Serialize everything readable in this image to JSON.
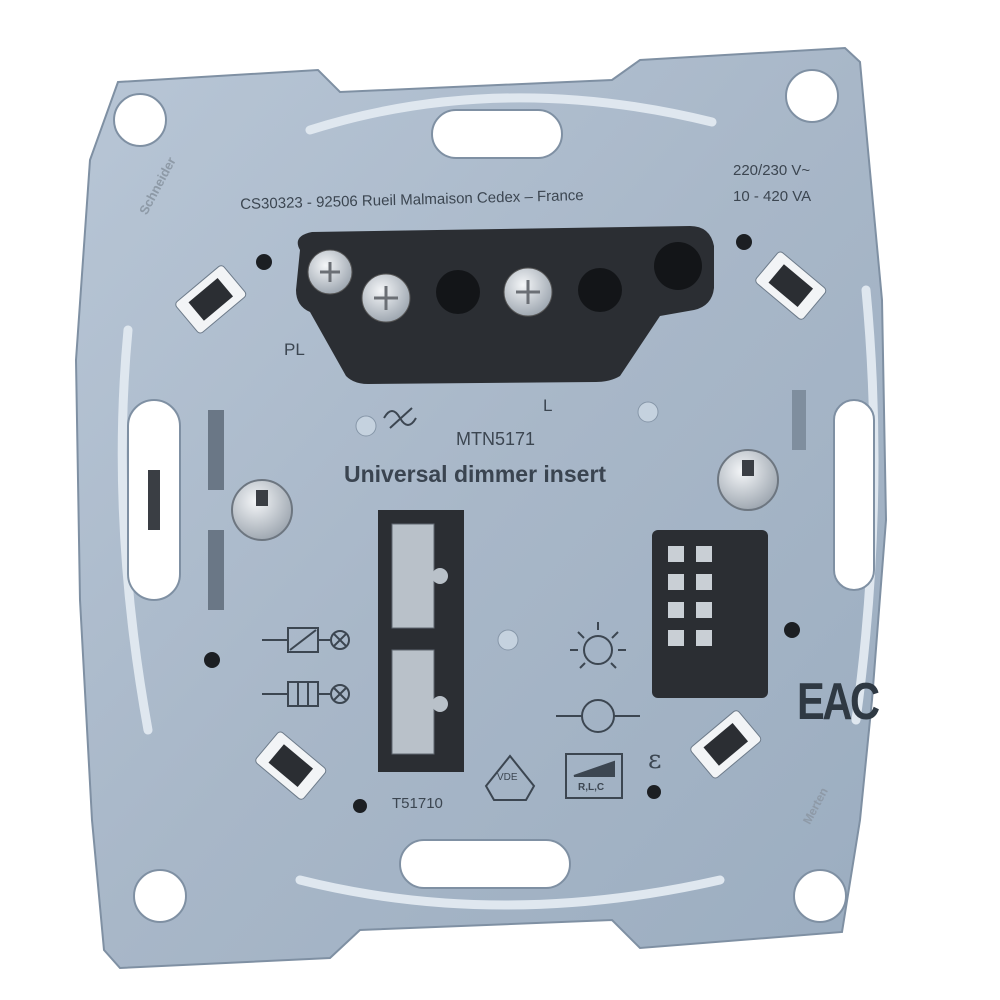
{
  "product": {
    "address_line": "CS30323 - 92506 Rueil Malmaison Cedex – France",
    "rating_voltage": "220/230 V~",
    "rating_power": "10 - 420 VA",
    "terminal_pl": "PL",
    "terminal_l": "L",
    "model": "MTN5171",
    "title": "Universal dimmer insert",
    "reference": "T51710",
    "vde_mark": "VDE",
    "load_types": "R,L,C",
    "eac_mark": "EAC",
    "brand": "Schneider",
    "brand_secondary": "Merten"
  },
  "colors": {
    "plate": "#a9b8c9",
    "plate_edge": "#7f90a3",
    "terminal_block": "#2b2e33",
    "screw": "#d8dde2",
    "text": "#3c4651"
  }
}
